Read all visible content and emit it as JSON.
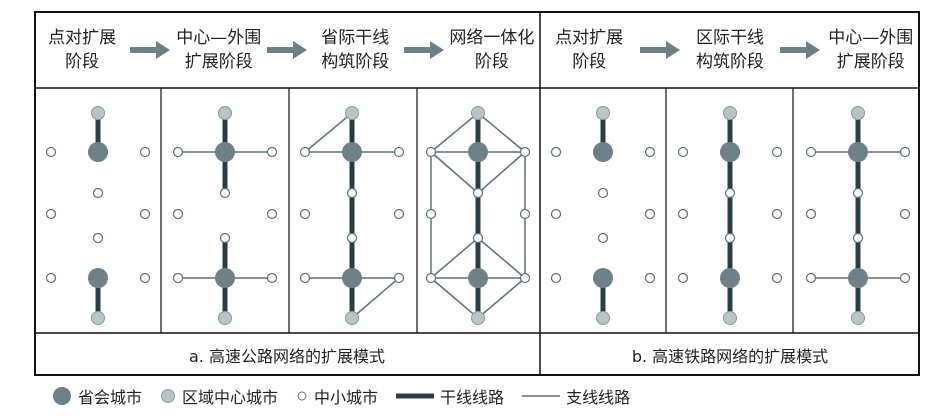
{
  "header": {
    "highway_stages": [
      "点对扩展\n阶段",
      "中心—外围\n扩展阶段",
      "省际干线\n构筑阶段",
      "网络一体化\n阶段"
    ],
    "railway_stages": [
      "点对扩展\n阶段",
      "区际干线\n构筑阶段",
      "中心—外围\n扩展阶段"
    ]
  },
  "captions": {
    "a": "a. 高速公路网络的扩展模式",
    "b": "b. 高速铁路网络的扩展模式"
  },
  "legend": {
    "provincial": "省会城市",
    "regional": "区域中心城市",
    "small": "中小城市",
    "trunk": "干线线路",
    "branch": "支线线路"
  },
  "colors": {
    "provincial": "#6e8088",
    "regional": "#b7c5c5",
    "small_stroke": "#5f7078",
    "trunk": "#2b3d44",
    "branch": "#5f7078",
    "arrow": "#6e8088"
  },
  "panels": [
    {
      "id": "a1",
      "trunk": [
        [
          [
            0,
            0
          ],
          [
            0,
            1
          ]
        ],
        [
          [
            0,
            5
          ],
          [
            0,
            6
          ]
        ]
      ],
      "branch": []
    },
    {
      "id": "a2",
      "trunk": [
        [
          [
            0,
            0
          ],
          [
            0,
            2
          ]
        ],
        [
          [
            0,
            4
          ],
          [
            0,
            6
          ]
        ]
      ],
      "branch": [
        [
          [
            -1,
            1
          ],
          [
            1,
            1
          ]
        ],
        [
          [
            -1,
            5
          ],
          [
            1,
            5
          ]
        ]
      ]
    },
    {
      "id": "a3",
      "trunk": [
        [
          [
            0,
            0
          ],
          [
            0,
            6
          ]
        ]
      ],
      "branch": [
        [
          [
            -1,
            1
          ],
          [
            1,
            1
          ]
        ],
        [
          [
            -1,
            5
          ],
          [
            1,
            5
          ]
        ],
        [
          [
            -1,
            1
          ],
          [
            0,
            0
          ]
        ],
        [
          [
            1,
            5
          ],
          [
            0,
            6
          ]
        ]
      ]
    },
    {
      "id": "a4",
      "trunk": [
        [
          [
            0,
            0
          ],
          [
            0,
            6
          ]
        ]
      ],
      "branch": [
        [
          [
            -1,
            1
          ],
          [
            1,
            1
          ]
        ],
        [
          [
            -1,
            5
          ],
          [
            1,
            5
          ]
        ],
        [
          [
            -1,
            1
          ],
          [
            0,
            0
          ]
        ],
        [
          [
            0,
            0
          ],
          [
            1,
            1
          ]
        ],
        [
          [
            -1,
            1
          ],
          [
            0,
            2
          ]
        ],
        [
          [
            0,
            2
          ],
          [
            1,
            1
          ]
        ],
        [
          [
            -1,
            1
          ],
          [
            -1,
            5
          ]
        ],
        [
          [
            1,
            1
          ],
          [
            1,
            5
          ]
        ],
        [
          [
            -1,
            5
          ],
          [
            0,
            4
          ]
        ],
        [
          [
            0,
            4
          ],
          [
            1,
            5
          ]
        ],
        [
          [
            -1,
            5
          ],
          [
            0,
            6
          ]
        ],
        [
          [
            0,
            6
          ],
          [
            1,
            5
          ]
        ]
      ]
    },
    {
      "id": "b1",
      "trunk": [
        [
          [
            0,
            0
          ],
          [
            0,
            1
          ]
        ],
        [
          [
            0,
            5
          ],
          [
            0,
            6
          ]
        ]
      ],
      "branch": []
    },
    {
      "id": "b2",
      "trunk": [
        [
          [
            0,
            0
          ],
          [
            0,
            6
          ]
        ]
      ],
      "branch": []
    },
    {
      "id": "b3",
      "trunk": [
        [
          [
            0,
            0
          ],
          [
            0,
            6
          ]
        ]
      ],
      "branch": [
        [
          [
            -1,
            1
          ],
          [
            1,
            1
          ]
        ],
        [
          [
            -1,
            5
          ],
          [
            1,
            5
          ]
        ]
      ]
    }
  ],
  "nodes": [
    {
      "type": "regional",
      "col": 0,
      "row": 0
    },
    {
      "type": "provincial",
      "col": 0,
      "row": 1
    },
    {
      "type": "small",
      "col": 0,
      "row": 2
    },
    {
      "type": "small",
      "col": 0,
      "row": 4
    },
    {
      "type": "provincial",
      "col": 0,
      "row": 5
    },
    {
      "type": "regional",
      "col": 0,
      "row": 6
    },
    {
      "type": "small",
      "col": -1,
      "row": 1
    },
    {
      "type": "small",
      "col": 1,
      "row": 1
    },
    {
      "type": "small",
      "col": -1,
      "row": 3
    },
    {
      "type": "small",
      "col": 1,
      "row": 3
    },
    {
      "type": "small",
      "col": -1,
      "row": 5
    },
    {
      "type": "small",
      "col": 1,
      "row": 5
    }
  ]
}
